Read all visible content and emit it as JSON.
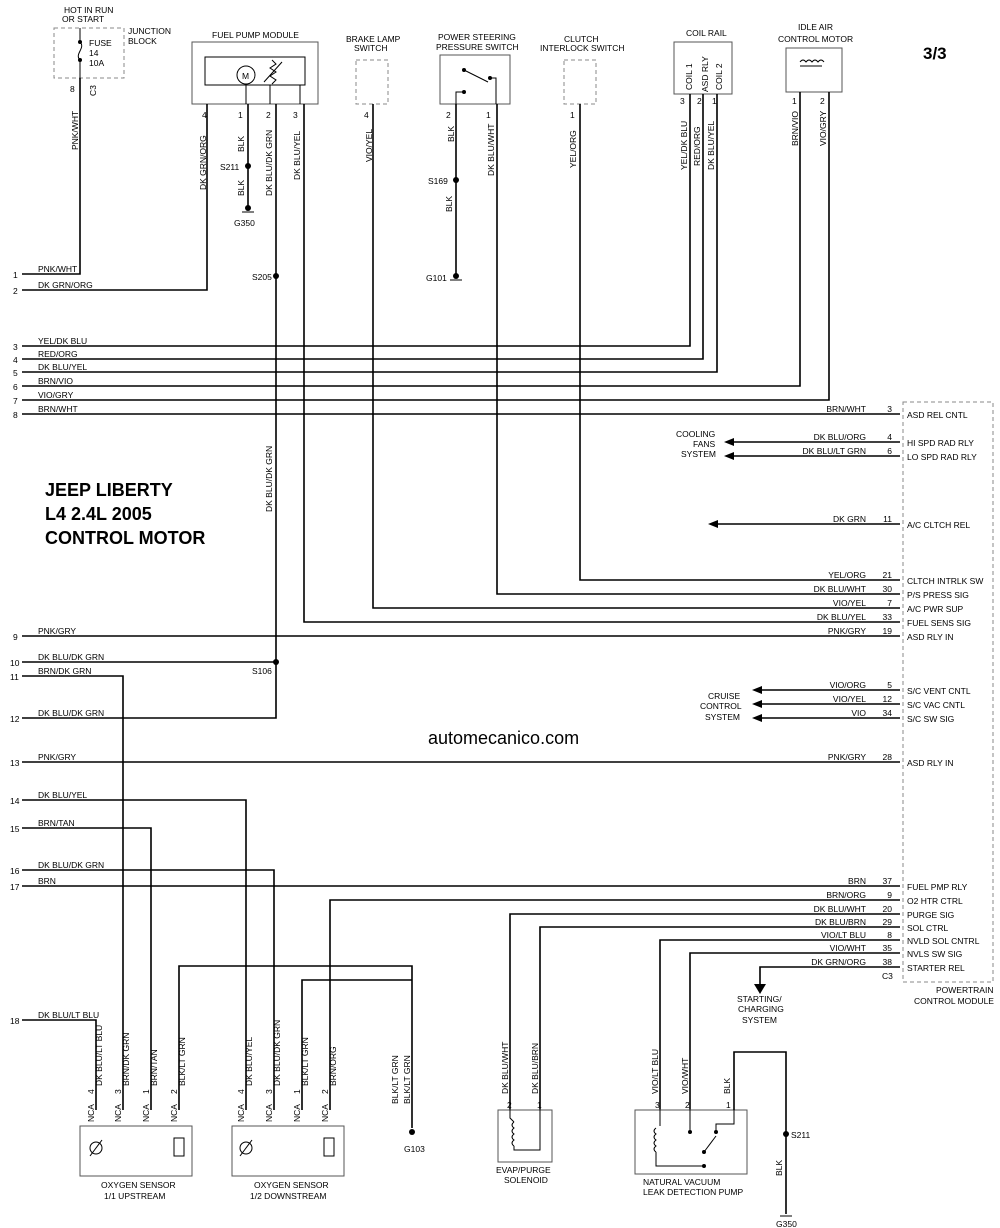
{
  "page_number": "3/3",
  "title_lines": [
    "JEEP LIBERTY",
    "L4 2.4L 2005",
    "CONTROL MOTOR"
  ],
  "watermark": "automecanico.com",
  "components": {
    "hot_in_run": [
      "HOT IN RUN",
      "OR START"
    ],
    "junction_block": [
      "JUNCTION",
      "BLOCK"
    ],
    "fuse": [
      "FUSE",
      "14",
      "10A"
    ],
    "fuel_pump_module": "FUEL PUMP MODULE",
    "brake_lamp_switch": [
      "BRAKE LAMP",
      "SWITCH"
    ],
    "power_steering_switch": [
      "POWER STEERING",
      "PRESSURE SWITCH"
    ],
    "clutch_switch": [
      "CLUTCH",
      "INTERLOCK SWITCH"
    ],
    "coil_rail": "COIL RAIL",
    "coil_rail_pins": [
      "COIL 1",
      "ASD RLY",
      "COIL 2"
    ],
    "idle_air": [
      "IDLE AIR",
      "CONTROL MOTOR"
    ],
    "pcm": [
      "POWERTRAIN",
      "CONTROL MODULE"
    ],
    "cooling_fans": [
      "COOLING",
      "FANS",
      "SYSTEM"
    ],
    "cruise_control": [
      "CRUISE",
      "CONTROL",
      "SYSTEM"
    ],
    "starting_charging": [
      "STARTING/",
      "CHARGING",
      "SYSTEM"
    ],
    "o2_upstream": [
      "OXYGEN SENSOR",
      "1/1 UPSTREAM"
    ],
    "o2_downstream": [
      "OXYGEN SENSOR",
      "1/2 DOWNSTREAM"
    ],
    "evap": [
      "EVAP/PURGE",
      "SOLENOID"
    ],
    "nvld": [
      "NATURAL VACUUM",
      "LEAK DETECTION PUMP"
    ]
  },
  "top_wires": {
    "c3_pin": "8",
    "c3_label": "C3",
    "pnk_wht": "PNK/WHT",
    "fp_pins": [
      "4",
      "1",
      "2",
      "3"
    ],
    "fp_colors": [
      "DK GRN/ORG",
      "BLK",
      "DK BLU/DK GRN",
      "DK BLU/YEL"
    ],
    "blk2": "BLK",
    "brake_pin": "4",
    "brake_color": "VIO/YEL",
    "ps_pins": [
      "2",
      "1"
    ],
    "ps_colors": [
      "BLK",
      "DK BLU/WHT"
    ],
    "blk3": "BLK",
    "clutch_pin": "1",
    "clutch_color": "YEL/ORG",
    "coil_pins": [
      "3",
      "2",
      "1"
    ],
    "coil_colors": [
      "YEL/DK BLU",
      "RED/ORG",
      "DK BLU/YEL"
    ],
    "iac_pins": [
      "1",
      "2"
    ],
    "iac_colors": [
      "BRN/VIO",
      "VIO/GRY"
    ],
    "vert_dkblu_dkgrn": "DK BLU/DK GRN"
  },
  "splices": {
    "S211a": "S211",
    "G350a": "G350",
    "S205": "S205",
    "S169": "S169",
    "G101": "G101",
    "S106": "S106",
    "G103": "G103",
    "S211b": "S211",
    "G350b": "G350"
  },
  "left_wires": [
    {
      "n": "1",
      "color": "PNK/WHT"
    },
    {
      "n": "2",
      "color": "DK GRN/ORG"
    },
    {
      "n": "3",
      "color": "YEL/DK BLU"
    },
    {
      "n": "4",
      "color": "RED/ORG"
    },
    {
      "n": "5",
      "color": "DK BLU/YEL"
    },
    {
      "n": "6",
      "color": "BRN/VIO"
    },
    {
      "n": "7",
      "color": "VIO/GRY"
    },
    {
      "n": "8",
      "color": "BRN/WHT"
    },
    {
      "n": "9",
      "color": "PNK/GRY"
    },
    {
      "n": "10",
      "color": "DK BLU/DK GRN"
    },
    {
      "n": "11",
      "color": "BRN/DK GRN"
    },
    {
      "n": "12",
      "color": "DK BLU/DK GRN"
    },
    {
      "n": "13",
      "color": "PNK/GRY"
    },
    {
      "n": "14",
      "color": "DK BLU/YEL"
    },
    {
      "n": "15",
      "color": "BRN/TAN"
    },
    {
      "n": "16",
      "color": "DK BLU/DK GRN"
    },
    {
      "n": "17",
      "color": "BRN"
    },
    {
      "n": "18",
      "color": "DK BLU/LT BLU"
    }
  ],
  "pcm_pins": [
    {
      "color": "BRN/WHT",
      "pin": "3",
      "func": "ASD REL CNTL"
    },
    {
      "color": "DK BLU/ORG",
      "pin": "4",
      "func": "HI SPD RAD RLY"
    },
    {
      "color": "DK BLU/LT GRN",
      "pin": "6",
      "func": "LO SPD RAD RLY"
    },
    {
      "color": "DK GRN",
      "pin": "11",
      "func": "A/C CLTCH REL"
    },
    {
      "color": "YEL/ORG",
      "pin": "21",
      "func": "CLTCH INTRLK SW"
    },
    {
      "color": "DK BLU/WHT",
      "pin": "30",
      "func": "P/S PRESS SIG"
    },
    {
      "color": "VIO/YEL",
      "pin": "7",
      "func": "A/C PWR SUP"
    },
    {
      "color": "DK BLU/YEL",
      "pin": "33",
      "func": "FUEL SENS SIG"
    },
    {
      "color": "PNK/GRY",
      "pin": "19",
      "func": "ASD RLY IN"
    },
    {
      "color": "VIO/ORG",
      "pin": "5",
      "func": "S/C VENT CNTL"
    },
    {
      "color": "VIO/YEL",
      "pin": "12",
      "func": "S/C VAC CNTL"
    },
    {
      "color": "VIO",
      "pin": "34",
      "func": "S/C SW SIG"
    },
    {
      "color": "PNK/GRY",
      "pin": "28",
      "func": "ASD RLY IN"
    },
    {
      "color": "BRN",
      "pin": "37",
      "func": "FUEL PMP RLY"
    },
    {
      "color": "BRN/ORG",
      "pin": "9",
      "func": "O2 HTR CTRL"
    },
    {
      "color": "DK BLU/WHT",
      "pin": "20",
      "func": "PURGE SIG"
    },
    {
      "color": "DK BLU/BRN",
      "pin": "29",
      "func": "SOL CTRL"
    },
    {
      "color": "VIO/LT BLU",
      "pin": "8",
      "func": "NVLD SOL CNTRL"
    },
    {
      "color": "VIO/WHT",
      "pin": "35",
      "func": "NVLS SW SIG"
    },
    {
      "color": "DK GRN/ORG",
      "pin": "38",
      "func": "STARTER REL"
    }
  ],
  "pcm_connector": "C3",
  "bottom": {
    "up_pins": [
      "4",
      "3",
      "1",
      "2"
    ],
    "up_colors": [
      "DK BLU/LT BLU",
      "BRN/DK GRN",
      "BRN/TAN",
      "BLK/LT GRN"
    ],
    "down_pins": [
      "4",
      "3",
      "1",
      "2"
    ],
    "down_colors": [
      "DK BLU/YEL",
      "DK BLU/DK GRN",
      "BLK/LT GRN",
      "BRN/ORG"
    ],
    "nca": "NCA",
    "g103_colors": [
      "BLK/LT GRN",
      "BLK/LT GRN"
    ],
    "evap_pins": [
      "2",
      "1"
    ],
    "evap_colors": [
      "DK BLU/WHT",
      "DK BLU/BRN"
    ],
    "nvld_pins": [
      "3",
      "2",
      "1"
    ],
    "nvld_colors": [
      "VIO/LT BLU",
      "VIO/WHT",
      "BLK"
    ],
    "blk_g350": "BLK"
  }
}
